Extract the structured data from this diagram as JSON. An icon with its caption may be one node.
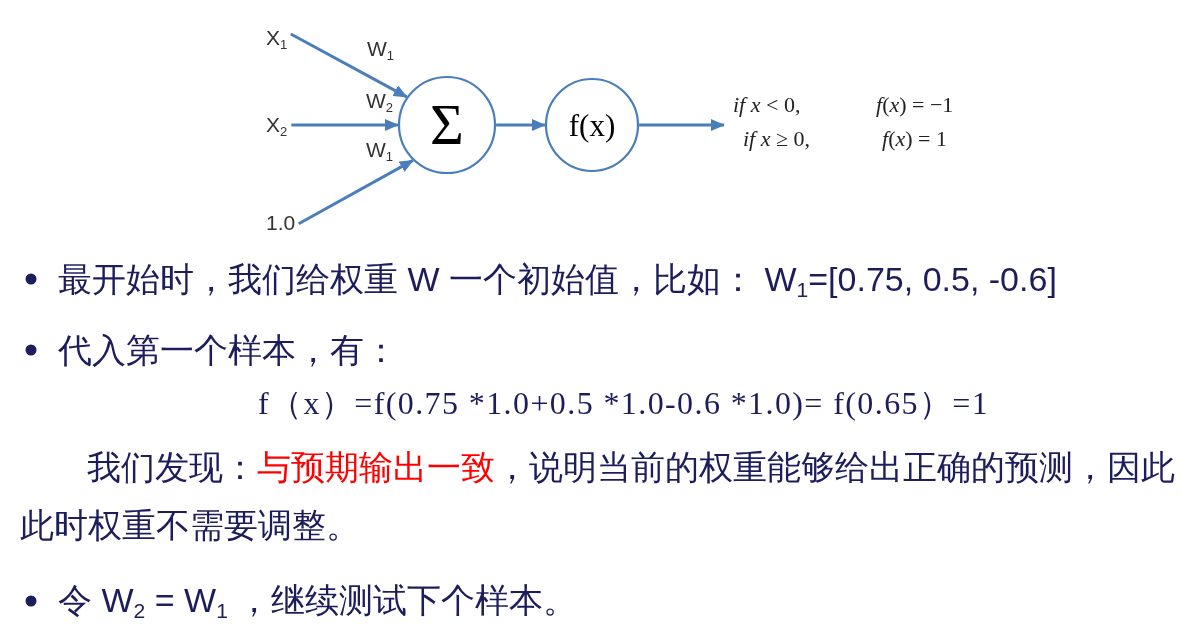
{
  "diagram": {
    "nodes": [
      {
        "text": [
          "X$_{1}$"
        ]
      },
      {
        "text": [
          "X$_{2}$"
        ]
      },
      {
        "text": [
          "1.0"
        ]
      },
      {
        "text": [
          "Σ"
        ]
      },
      {
        "text": [
          "f(x)"
        ]
      },
      {
        "text": [
          "*if x* < 0,",
          "*f*(*x*) = −1",
          "*if x* ≥ 0,",
          "*f*(*x*) = 1"
        ]
      }
    ],
    "edges": [
      {
        "from": 0,
        "to": 3,
        "arrow": "to",
        "label": "W$_{1}$"
      },
      {
        "from": 1,
        "to": 3,
        "arrow": "to",
        "label": "W$_{2}$"
      },
      {
        "from": 2,
        "to": 3,
        "arrow": "to",
        "label": "W$_{1}$"
      },
      {
        "from": 3,
        "to": 4,
        "arrow": "to"
      },
      {
        "from": 4,
        "to": 5,
        "arrow": "to"
      }
    ],
    "labels": [
      "最开始时，我们给权重 W 一个初始值，比如： W$_{1}$=[0.75, 0.5, -0.6]",
      "代入第一个样本，有：",
      "f（x）=f(0.75 *1.0+0.5 *1.0-0.6 *1.0)= f(0.65）=1",
      "我们发现：**与预期输出一致**，说明当前的权重能够给出正确的预测，因此此时权重不需要调整。",
      "令 W$_{2}$ = W$_{1}$ ，继续测试下个样本。"
    ]
  }
}
